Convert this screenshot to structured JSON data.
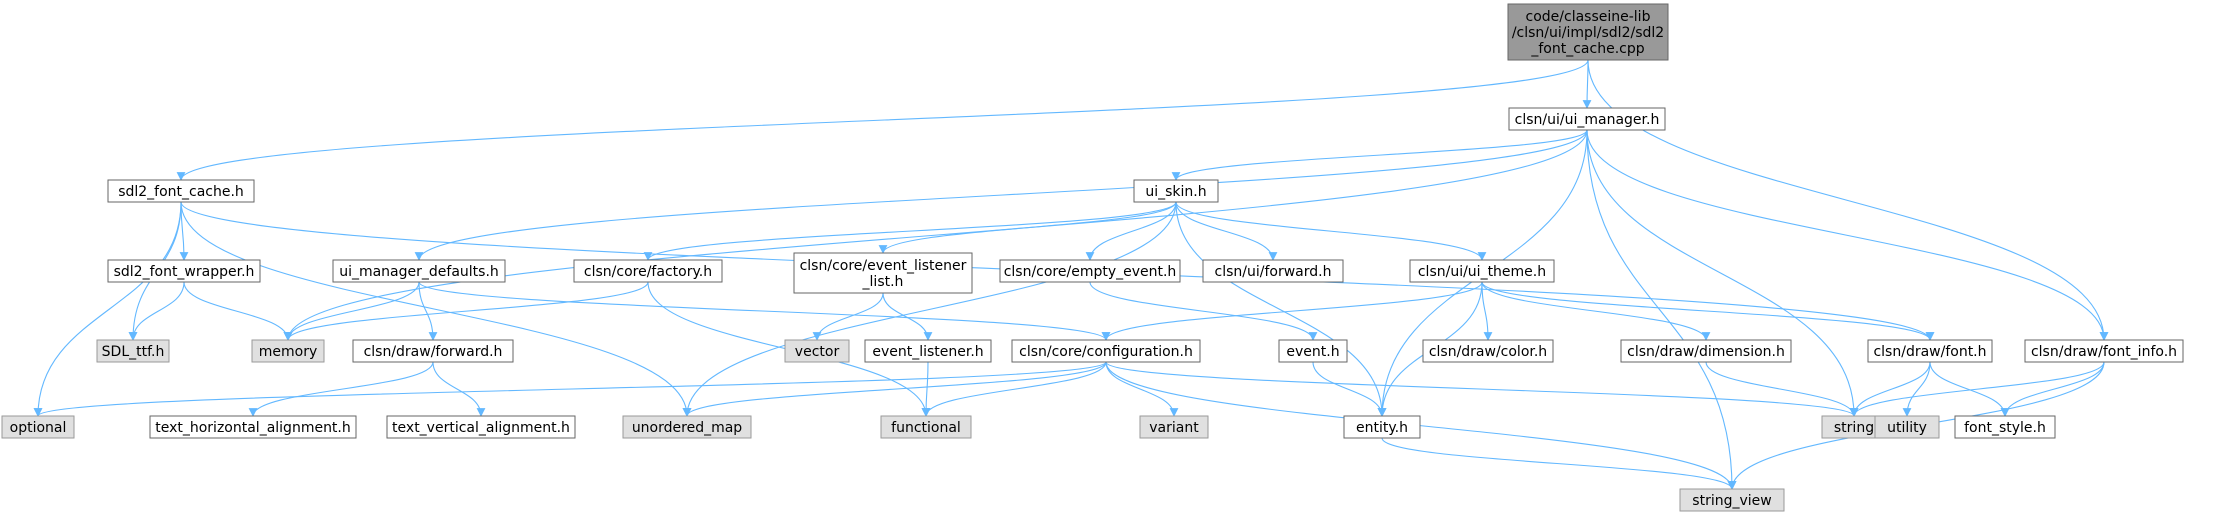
{
  "colors": {
    "edge": "#63b8ff",
    "node_fill": "#ffffff",
    "node_border": "#666666",
    "system_fill": "#e0e0e0",
    "system_border": "#999999",
    "root_fill": "#999999",
    "root_border": "#666666"
  },
  "nodes": {
    "root": {
      "lines": [
        "code/classeine-lib",
        "/clsn/ui/impl/sdl2/sdl2",
        "_font_cache.cpp"
      ],
      "kind": "root"
    },
    "ui_manager": {
      "lines": [
        "clsn/ui/ui_manager.h"
      ],
      "kind": "normal"
    },
    "sdl2_font_cache": {
      "lines": [
        "sdl2_font_cache.h"
      ],
      "kind": "normal"
    },
    "ui_skin": {
      "lines": [
        "ui_skin.h"
      ],
      "kind": "normal"
    },
    "sdl2_font_wrapper": {
      "lines": [
        "sdl2_font_wrapper.h"
      ],
      "kind": "normal"
    },
    "ui_manager_defaults": {
      "lines": [
        "ui_manager_defaults.h"
      ],
      "kind": "normal"
    },
    "core_factory": {
      "lines": [
        "clsn/core/factory.h"
      ],
      "kind": "normal"
    },
    "core_event_listener_list": {
      "lines": [
        "clsn/core/event_listener",
        "_list.h"
      ],
      "kind": "normal"
    },
    "core_empty_event": {
      "lines": [
        "clsn/core/empty_event.h"
      ],
      "kind": "normal"
    },
    "ui_forward": {
      "lines": [
        "clsn/ui/forward.h"
      ],
      "kind": "normal"
    },
    "ui_theme": {
      "lines": [
        "clsn/ui/ui_theme.h"
      ],
      "kind": "normal"
    },
    "sdl_ttf": {
      "lines": [
        "SDL_ttf.h"
      ],
      "kind": "system"
    },
    "memory": {
      "lines": [
        "memory"
      ],
      "kind": "system"
    },
    "draw_forward": {
      "lines": [
        "clsn/draw/forward.h"
      ],
      "kind": "normal"
    },
    "vector": {
      "lines": [
        "vector"
      ],
      "kind": "system"
    },
    "event_listener": {
      "lines": [
        "event_listener.h"
      ],
      "kind": "normal"
    },
    "core_configuration": {
      "lines": [
        "clsn/core/configuration.h"
      ],
      "kind": "normal"
    },
    "event": {
      "lines": [
        "event.h"
      ],
      "kind": "normal"
    },
    "draw_color": {
      "lines": [
        "clsn/draw/color.h"
      ],
      "kind": "normal"
    },
    "draw_dimension": {
      "lines": [
        "clsn/draw/dimension.h"
      ],
      "kind": "normal"
    },
    "draw_font": {
      "lines": [
        "clsn/draw/font.h"
      ],
      "kind": "normal"
    },
    "draw_font_info": {
      "lines": [
        "clsn/draw/font_info.h"
      ],
      "kind": "normal"
    },
    "optional": {
      "lines": [
        "optional"
      ],
      "kind": "system"
    },
    "text_horizontal_alignment": {
      "lines": [
        "text_horizontal_alignment.h"
      ],
      "kind": "normal"
    },
    "text_vertical_alignment": {
      "lines": [
        "text_vertical_alignment.h"
      ],
      "kind": "normal"
    },
    "unordered_map": {
      "lines": [
        "unordered_map"
      ],
      "kind": "system"
    },
    "functional": {
      "lines": [
        "functional"
      ],
      "kind": "system"
    },
    "variant": {
      "lines": [
        "variant"
      ],
      "kind": "system"
    },
    "entity": {
      "lines": [
        "entity.h"
      ],
      "kind": "normal"
    },
    "string": {
      "lines": [
        "string"
      ],
      "kind": "system"
    },
    "utility": {
      "lines": [
        "utility"
      ],
      "kind": "system"
    },
    "font_style": {
      "lines": [
        "font_style.h"
      ],
      "kind": "normal"
    },
    "string_view": {
      "lines": [
        "string_view"
      ],
      "kind": "system"
    }
  },
  "edges": [
    [
      "root",
      "ui_manager"
    ],
    [
      "root",
      "sdl2_font_cache"
    ],
    [
      "root",
      "draw_font_info"
    ],
    [
      "ui_manager",
      "ui_skin"
    ],
    [
      "ui_manager",
      "ui_manager_defaults"
    ],
    [
      "ui_manager",
      "memory"
    ],
    [
      "ui_manager",
      "entity"
    ],
    [
      "ui_manager",
      "string"
    ],
    [
      "ui_manager",
      "draw_font_info"
    ],
    [
      "ui_manager",
      "string_view"
    ],
    [
      "sdl2_font_cache",
      "sdl2_font_wrapper"
    ],
    [
      "sdl2_font_cache",
      "sdl_ttf"
    ],
    [
      "sdl2_font_cache",
      "optional"
    ],
    [
      "sdl2_font_cache",
      "unordered_map"
    ],
    [
      "sdl2_font_cache",
      "draw_font"
    ],
    [
      "ui_skin",
      "core_factory"
    ],
    [
      "ui_skin",
      "core_event_listener_list"
    ],
    [
      "ui_skin",
      "core_empty_event"
    ],
    [
      "ui_skin",
      "ui_forward"
    ],
    [
      "ui_skin",
      "ui_theme"
    ],
    [
      "ui_skin",
      "unordered_map"
    ],
    [
      "ui_skin",
      "entity"
    ],
    [
      "sdl2_font_wrapper",
      "sdl_ttf"
    ],
    [
      "sdl2_font_wrapper",
      "memory"
    ],
    [
      "ui_manager_defaults",
      "memory"
    ],
    [
      "ui_manager_defaults",
      "draw_forward"
    ],
    [
      "ui_manager_defaults",
      "core_configuration"
    ],
    [
      "core_factory",
      "memory"
    ],
    [
      "core_factory",
      "functional"
    ],
    [
      "core_event_listener_list",
      "vector"
    ],
    [
      "core_event_listener_list",
      "event_listener"
    ],
    [
      "core_empty_event",
      "event"
    ],
    [
      "ui_theme",
      "core_configuration"
    ],
    [
      "ui_theme",
      "draw_color"
    ],
    [
      "ui_theme",
      "draw_dimension"
    ],
    [
      "ui_theme",
      "draw_font"
    ],
    [
      "ui_theme",
      "entity"
    ],
    [
      "draw_forward",
      "text_horizontal_alignment"
    ],
    [
      "draw_forward",
      "text_vertical_alignment"
    ],
    [
      "event_listener",
      "functional"
    ],
    [
      "core_configuration",
      "optional"
    ],
    [
      "core_configuration",
      "unordered_map"
    ],
    [
      "core_configuration",
      "functional"
    ],
    [
      "core_configuration",
      "variant"
    ],
    [
      "core_configuration",
      "string"
    ],
    [
      "core_configuration",
      "string_view"
    ],
    [
      "event",
      "entity"
    ],
    [
      "draw_dimension",
      "string"
    ],
    [
      "draw_font",
      "string"
    ],
    [
      "draw_font",
      "utility"
    ],
    [
      "draw_font",
      "font_style"
    ],
    [
      "draw_font_info",
      "string"
    ],
    [
      "draw_font_info",
      "font_style"
    ],
    [
      "draw_font_info",
      "string_view"
    ],
    [
      "entity",
      "string_view"
    ]
  ]
}
